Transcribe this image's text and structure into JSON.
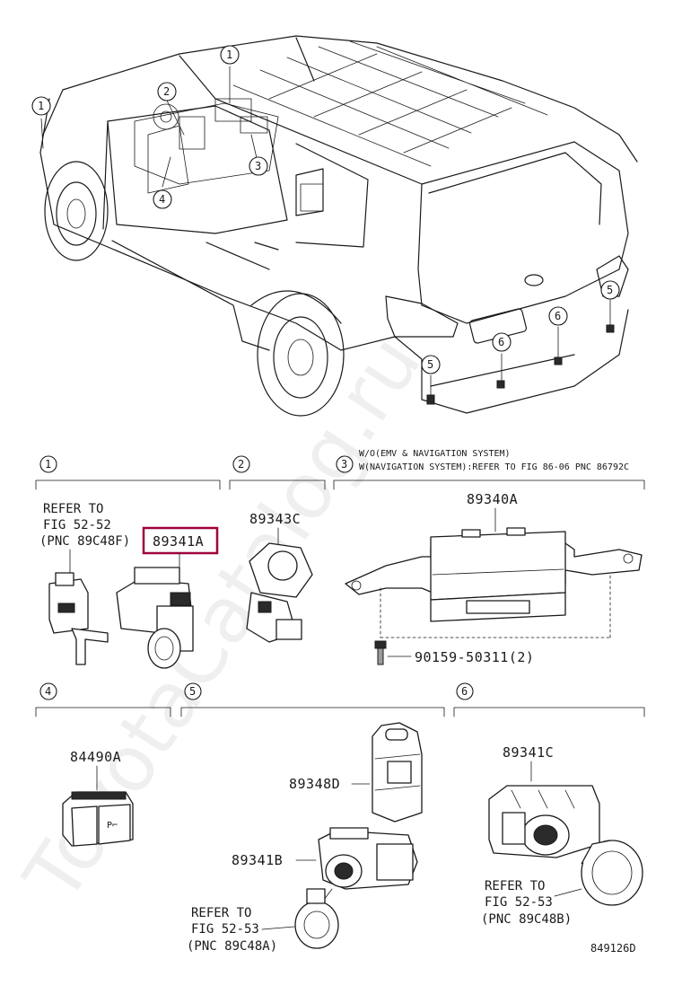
{
  "watermark": "ToyotaCatalog.ru",
  "drawing_code": "849126D",
  "callouts_on_vehicle": [
    "1",
    "2",
    "3",
    "4",
    "5",
    "6"
  ],
  "groups": [
    {
      "index": "1",
      "part_number": "89341A",
      "highlighted": true,
      "reference": [
        "REFER TO",
        "FIG 52-52",
        "(PNC 89C48F)"
      ]
    },
    {
      "index": "2",
      "part_number": "89343C"
    },
    {
      "index": "3",
      "note": [
        "W/O(EMV & NAVIGATION SYSTEM)",
        "W(NAVIGATION SYSTEM):REFER TO FIG 86-06 PNC 86792C"
      ],
      "part_number": "89340A",
      "bolt_part_number": "90159-50311(2)"
    },
    {
      "index": "4",
      "part_number": "84490A"
    },
    {
      "index": "5",
      "part_numbers": [
        "89348D",
        "89341B"
      ],
      "reference": [
        "REFER TO",
        "FIG 52-53",
        "(PNC 89C48A)"
      ]
    },
    {
      "index": "6",
      "part_number": "89341C",
      "reference": [
        "REFER TO",
        "FIG 52-53",
        "(PNC 89C48B)"
      ]
    }
  ],
  "colors": {
    "line": "#1a1a1a",
    "highlight": "#a0003c"
  }
}
